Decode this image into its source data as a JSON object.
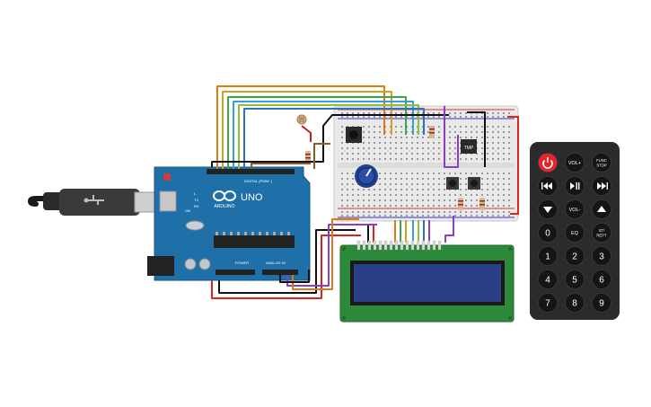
{
  "board": {
    "brand": "ARDUINO",
    "model": "UNO",
    "digital_label": "DIGITAL (PWM~)",
    "power_label": "POWER",
    "analog_label": "ANALOG IN",
    "tx_label": "TX",
    "rx_label": "RX",
    "l_label": "L",
    "on_label": "ON"
  },
  "sensor": {
    "label": "TMP"
  },
  "remote": {
    "buttons": [
      {
        "label": "",
        "icon": "power-icon",
        "name": "remote-power-button",
        "color": "#e8242a"
      },
      {
        "label": "VOL+",
        "name": "remote-vol-up-button"
      },
      {
        "label": "FUNC STOP",
        "name": "remote-func-stop-button"
      },
      {
        "label": "",
        "icon": "rewind-icon",
        "name": "remote-rewind-button"
      },
      {
        "label": "",
        "icon": "play-pause-icon",
        "name": "remote-play-pause-button"
      },
      {
        "label": "",
        "icon": "fast-forward-icon",
        "name": "remote-fast-forward-button"
      },
      {
        "label": "",
        "icon": "down-arrow-icon",
        "name": "remote-down-button"
      },
      {
        "label": "VOL-",
        "name": "remote-vol-down-button"
      },
      {
        "label": "",
        "icon": "up-arrow-icon",
        "name": "remote-up-button"
      },
      {
        "label": "0",
        "name": "remote-0-button"
      },
      {
        "label": "EQ",
        "name": "remote-eq-button"
      },
      {
        "label": "ST/ REPT",
        "name": "remote-st-rept-button"
      },
      {
        "label": "1",
        "name": "remote-1-button"
      },
      {
        "label": "2",
        "name": "remote-2-button"
      },
      {
        "label": "3",
        "name": "remote-3-button"
      },
      {
        "label": "4",
        "name": "remote-4-button"
      },
      {
        "label": "5",
        "name": "remote-5-button"
      },
      {
        "label": "6",
        "name": "remote-6-button"
      },
      {
        "label": "7",
        "name": "remote-7-button"
      },
      {
        "label": "8",
        "name": "remote-8-button"
      },
      {
        "label": "9",
        "name": "remote-9-button"
      }
    ]
  },
  "colors": {
    "board": "#1f6fa8",
    "lcd_pcb": "#2c8a3a",
    "lcd_screen": "#2b3f86",
    "remote_body": "#2b2b2b",
    "breadboard": "#e9e9e9"
  }
}
